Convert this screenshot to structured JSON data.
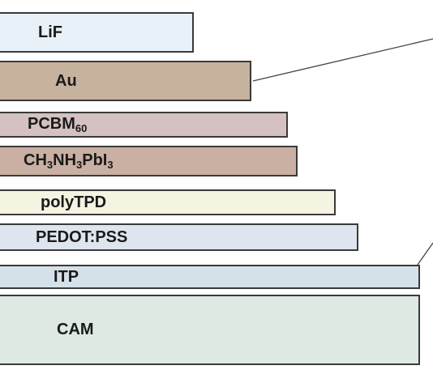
{
  "layers": [
    {
      "key": "lif",
      "label": "LiF",
      "fill": "#e8f1f8"
    },
    {
      "key": "au",
      "label": "Au",
      "fill": "#c7b29e"
    },
    {
      "key": "pcbm",
      "label_main": "PCBM",
      "label_sub": "60",
      "fill": "#d5c1c1"
    },
    {
      "key": "mapi",
      "label_parts": [
        "CH",
        "3",
        "NH",
        "3",
        "PbI",
        "3"
      ],
      "fill": "#c9b0a3"
    },
    {
      "key": "ptpd",
      "label": "polyTPD",
      "fill": "#f5f3e1"
    },
    {
      "key": "pedot",
      "label": "PEDOT:PSS",
      "fill": "#dfe5ee"
    },
    {
      "key": "itp",
      "label": "ITP",
      "fill": "#d5e1e9"
    },
    {
      "key": "cam",
      "label": "CAM",
      "fill": "#dde9e2"
    }
  ]
}
